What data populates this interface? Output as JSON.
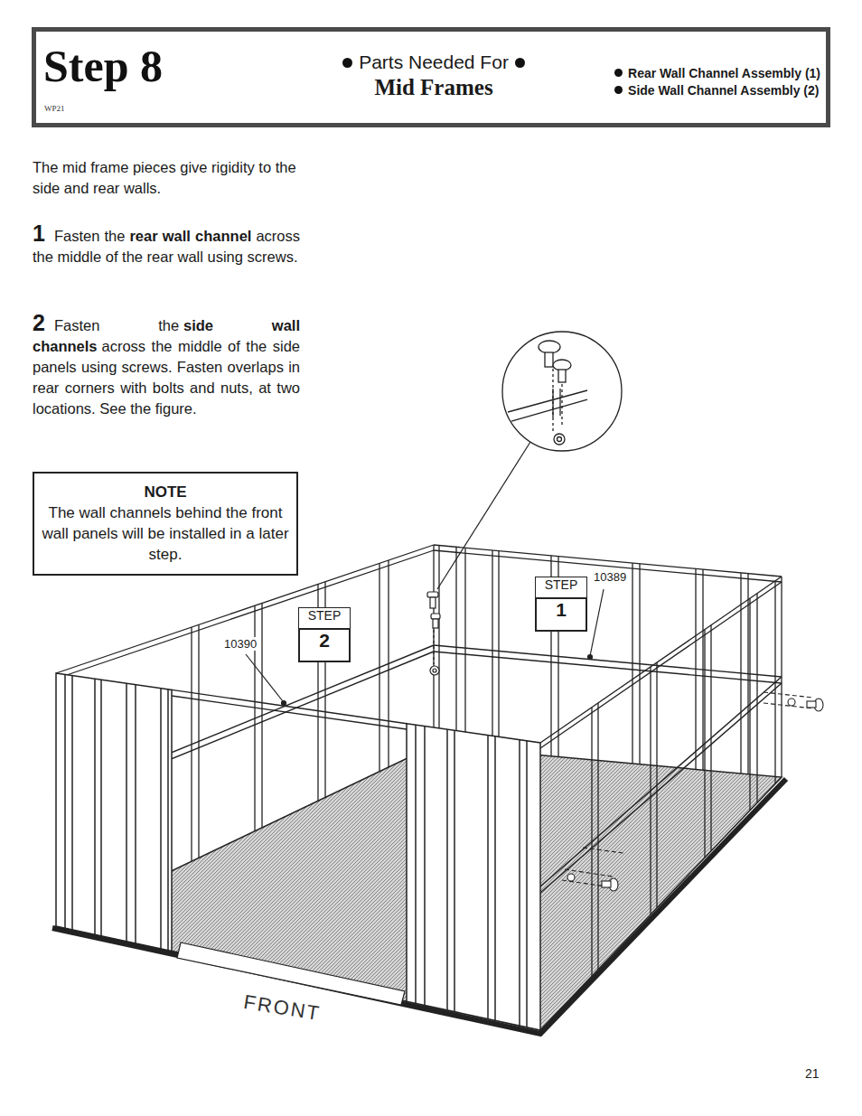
{
  "diagram": {
    "title": "Step 8",
    "nodes": [
      {
        "text": [
          "WP21",
          "Parts Needed For",
          "Mid Frames",
          "Rear Wall Channel Assembly (1)",
          "Side Wall Channel Assembly (2)"
        ]
      },
      {
        "text": [
          "NOTE",
          "The wall channels behind the front wall panels will be installed in a later step."
        ]
      },
      {
        "text": [
          "STEP",
          "1"
        ]
      },
      {
        "text": [
          "STEP",
          "2"
        ]
      }
    ],
    "labels": [
      "The mid frame pieces give rigidity to the side and rear walls.",
      "1",
      "Fasten the",
      "rear wall channel",
      "across the middle of the rear wall using screws.",
      "2",
      "Fasten the",
      "side wall channels",
      "across the middle of the side panels using screws. Fasten overlaps in rear corners with bolts and nuts, at two locations. See the figure.",
      "10389",
      "10390",
      "FRONT",
      "21"
    ]
  }
}
